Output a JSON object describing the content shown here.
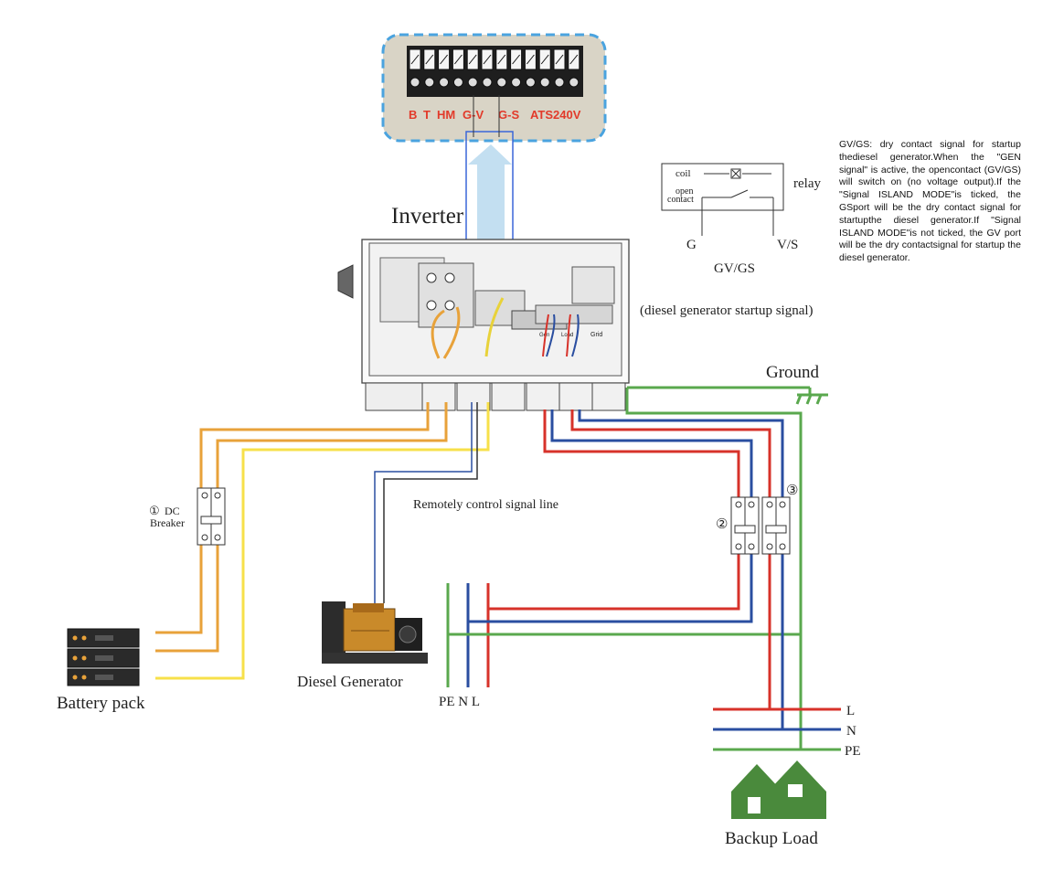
{
  "labels": {
    "inverter": "Inverter",
    "terminals": [
      "B",
      "T",
      "HM",
      "G-V",
      "G-S",
      "ATS240V"
    ],
    "relay": "relay",
    "coil": "coil",
    "open_contact_1": "open",
    "open_contact_2": "contact",
    "g": "G",
    "vs": "V/S",
    "gvgs": "GV/GS",
    "startup_signal": "(diesel generator startup signal)",
    "ground": "Ground",
    "dc_breaker_num": "①",
    "dc_breaker_1": "DC",
    "dc_breaker_2": "Breaker",
    "remote_signal": "Remotely control signal line",
    "battery_pack": "Battery pack",
    "diesel_generator": "Diesel Generator",
    "pe_n_l": "PE N  L",
    "breaker_2": "②",
    "breaker_3": "③",
    "bus_l": "L",
    "bus_n": "N",
    "bus_pe": "PE",
    "backup_load": "Backup Load",
    "grid": "Grid",
    "gen": "Gen",
    "load": "Load"
  },
  "note": "GV/GS: dry contact signal for startup thediesel generator.When the \"GEN signal\" is active, the opencontact (GV/GS) will switch on (no voltage output).If the \"Signal ISLAND MODE\"is ticked, the GSport will be the dry contact signal for startupthe diesel generator.If \"Signal ISLAND MODE\"is not ticked, the GV port will be the dry contactsignal for startup the diesel generator.",
  "colors": {
    "battery_wire": "#e8a23a",
    "battery_wire_yellow": "#f7e04a",
    "line_red": "#d7322a",
    "line_blue": "#2a4ea0",
    "line_green": "#5aa84e",
    "terminal_box_bg": "#d9d4c6",
    "terminal_box_border": "#4aa3df",
    "highlight_box": "#3a66d8",
    "arrow": "#bcdcf0",
    "house": "#4a8a3c"
  }
}
